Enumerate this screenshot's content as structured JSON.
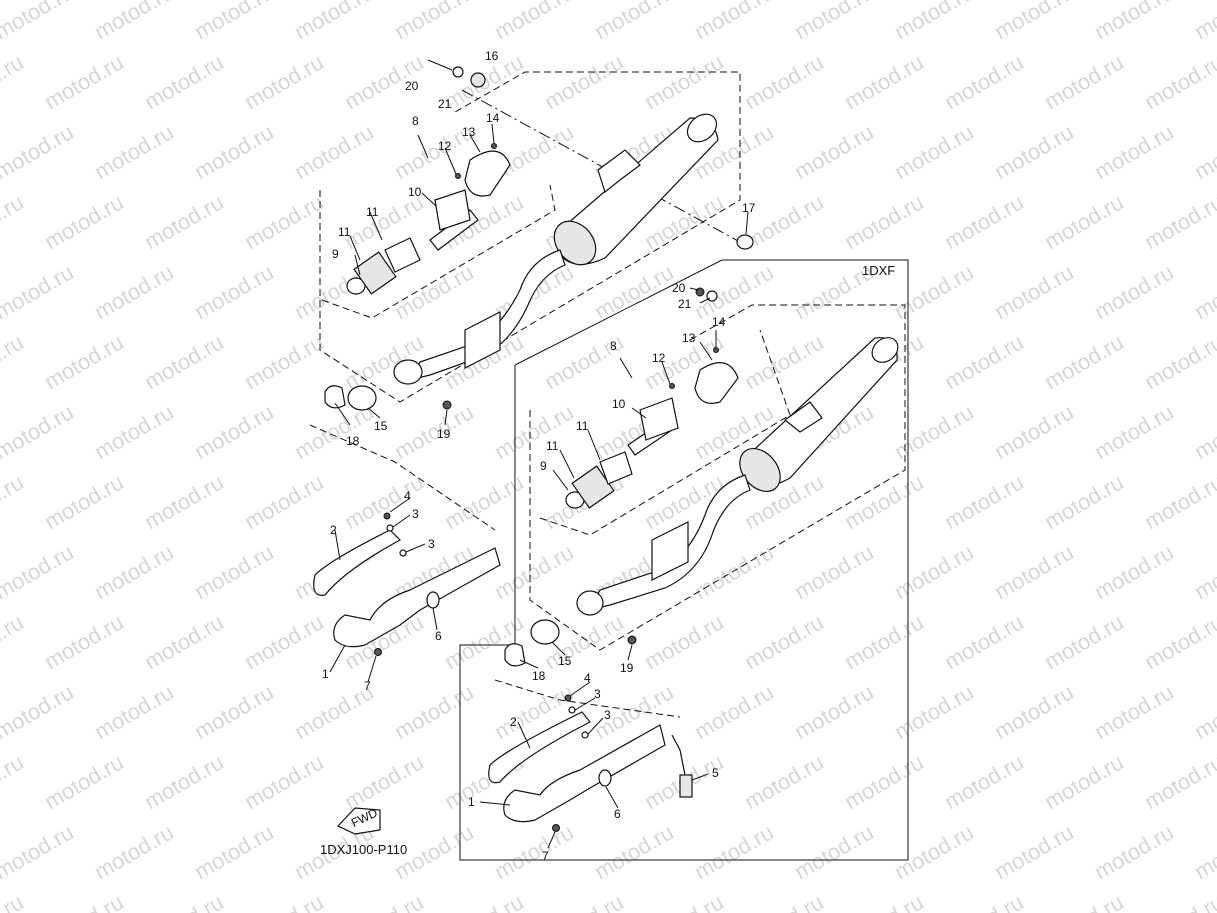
{
  "watermark": "motod.ru",
  "variant_label": "1DXF",
  "drawing_code": "1DXJ100-P110",
  "fwd_label": "FWD",
  "callouts": {
    "c1": "1",
    "c2": "2",
    "c3a": "3",
    "c3b": "3",
    "c4": "4",
    "c6": "6",
    "c7": "7",
    "c8": "8",
    "c9": "9",
    "c10": "10",
    "c11a": "11",
    "c11b": "11",
    "c12": "12",
    "c13": "13",
    "c14": "14",
    "c15": "15",
    "c16": "16",
    "c17": "17",
    "c18": "18",
    "c19": "19",
    "c20": "20",
    "c21": "21",
    "r1": "1",
    "r2": "2",
    "r3a": "3",
    "r3b": "3",
    "r4": "4",
    "r5": "5",
    "r6": "6",
    "r7": "7",
    "r8": "8",
    "r9": "9",
    "r10": "10",
    "r11a": "11",
    "r11b": "11",
    "r12": "12",
    "r13": "13",
    "r14": "14",
    "r15": "15",
    "r18": "18",
    "r19": "19",
    "r20": "20",
    "r21": "21"
  }
}
